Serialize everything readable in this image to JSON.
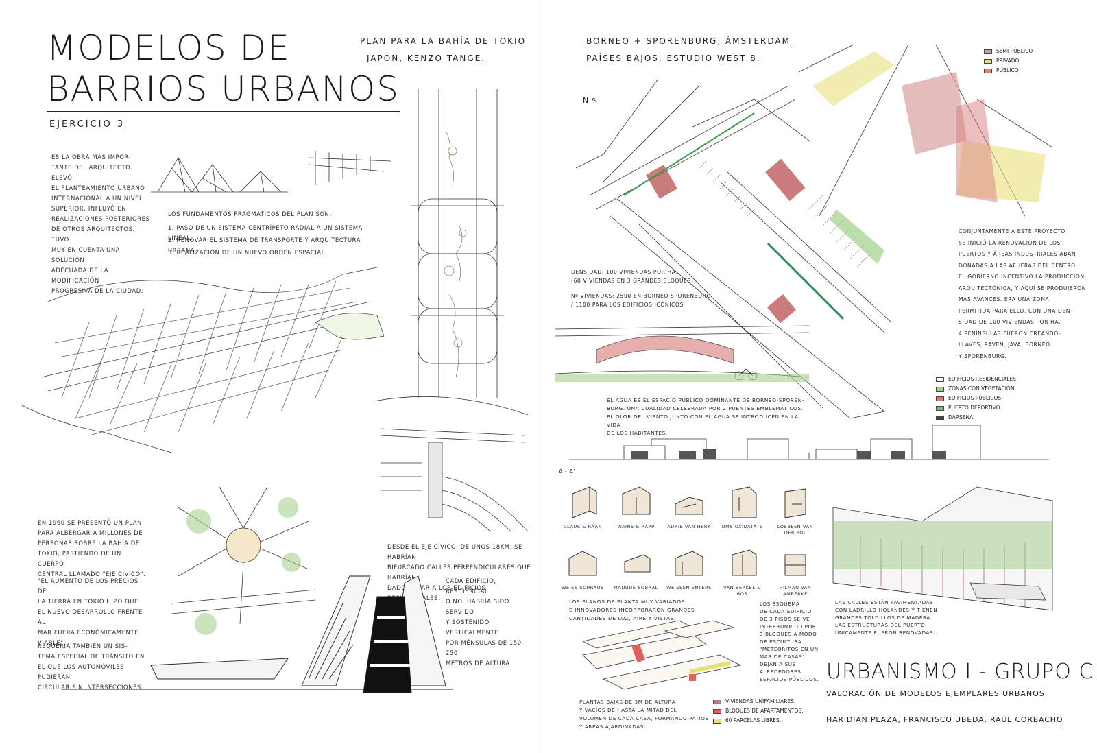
{
  "left": {
    "title_line1": "MODELOS DE",
    "title_line2": "BARRIOS URBANOS",
    "exercise": "EJERCICIO 3",
    "header_line1": "PLAN PARA LA BAHÍA DE TOKIO",
    "header_line2": "JAPÓN, KENZO TANGE.",
    "intro": "ES LA OBRA MÁS IMPOR-\nTANTE DEL ARQUITECTO. ELEVÓ\nEL PLANTEAMIENTO URBANO\nINTERNACIONAL A UN NIVEL\nSUPERIOR, INFLUYÓ EN\nREALIZACIONES POSTERIORES\nDE OTROS ARQUITECTOS. TUVO\nMUY EN CUENTA UNA SOLUCIÓN\nADECUADA DE LA MODIFICACIÓN\nPROGRESIVA DE LA CIUDAD.",
    "fundamentos_title": "LOS FUNDAMENTOS PRAGMÁTICOS DEL PLAN SON:",
    "fundamentos_1": "1. PASO DE UN SISTEMA CENTRÍPETO RADIAL A UN SISTEMA LINEAL.",
    "fundamentos_2": "2. RENOVAR EL SISTEMA DE TRANSPORTE Y ARQUITECTURA URBANA.",
    "fundamentos_3": "3. REALIZACIÓN DE UN NUEVO ORDEN ESPACIAL.",
    "plan_1960": "EN 1960 SE PRESENTÓ UN PLAN\nPARA ALBERGAR A MILLONES DE\nPERSONAS SOBRE LA BAHÍA DE\nTOKIO, PARTIENDO DE UN CUERPO\nCENTRAL LLAMADO \"EJE CÍVICO\".",
    "precios": "\"EL AUMENTO DE LOS PRECIOS DE\nLA TIERRA EN TOKIO HIZO QUE\nEL NUEVO DESARROLLO FRENTE AL\nMAR FUERA ECONÓMICAMENTE\nVIABLE\".",
    "transito": "REQUERÍA TAMBIÉN UN SIS-\nTEMA ESPECIAL DE TRÁNSITO EN\nEL QUE LOS AUTOMÓVILES PUDIERAN\nCIRCULAR SIN INTERSECCIONES.",
    "eje_civico": "DESDE EL EJE CÍVICO, DE UNOS 18KM, SE HABRÍAN\nBIFURCADO CALLES PERPENDICULARES QUE HABRÍAN\nDADO LUGAR A LOS EDIFICIOS RESIDENCIALES.",
    "edificio": "CADA EDIFICIO, RESIDENCIAL\nO NO, HABRÍA SIDO SERVIDO\nY SOSTENIDO VERTICALMENTE\nPOR MÉNSULAS DE 150-250\nMETROS DE ALTURA."
  },
  "right": {
    "header_line1": "BORNEO + SPORENBURG, ÁMSTERDAM",
    "header_line2": "PAÍSES BAJOS. ESTUDIO WEST 8.",
    "north": "N",
    "legend_top": [
      {
        "label": "SEMI PÚBLICO",
        "color": "#c9a0a0"
      },
      {
        "label": "PRIVADO",
        "color": "#e8df7a"
      },
      {
        "label": "PÚBLICO",
        "color": "#d98080"
      }
    ],
    "renovacion": "CONJUNTAMENTE A ESTE PROYECTO\nSE INICIÓ LA RENOVACIÓN DE LOS\nPUERTOS Y ÁREAS INDUSTRIALES ABAN-\nDONADAS A LAS AFUERAS DEL CENTRO.\nEL GOBIERNO INCENTIVÓ LA PRODUCCIÓN\nARQUITECTÓNICA, Y AQUÍ SE PRODUJERON\nMÁS AVANCES. ERA UNA ZONA\nPERMITIDA PARA ELLO, CON UNA DEN-\nSIDAD DE 100 VIVIENDAS POR HA.\n4 PENÍNSULAS FUERON CREANDO-\nLLAVES, RAVEN, JAVA, BORNEO\nY SPORENBURG.",
    "densidad": "DENSIDAD: 100 VIVIENDAS POR HA.\n(60 VIVIENDAS EN 3 GRANDES BLOQUES)",
    "viviendas": "Nº VIVIENDAS: 2500 EN BORNEO SPORENBURG\n/ 1100 PARA LOS EDIFICIOS ICÓNICOS",
    "agua": "EL AGUA ES EL ESPACIO PÚBLICO DOMINANTE DE BORNEO-SPOREN-\nBURG. UNA CUALIDAD CELEBRADA POR 2 PUENTES EMBLEMÁTICOS.\nEL OLOR DEL VIENTO JUNTO CON EL AGUA SE INTRODUCEN EN LA VIDA\nDE LOS HABITANTES.",
    "legend_mid": [
      {
        "label": "EDIFICIOS RESIDENCIALES",
        "color": "#ffffff"
      },
      {
        "label": "ZONAS CON VEGETACIÓN",
        "color": "#9fd08a"
      },
      {
        "label": "EDIFICIOS PÚBLICOS",
        "color": "#d97b7b"
      },
      {
        "label": "PUERTO DEPORTIVO",
        "color": "#6fbf8a"
      },
      {
        "label": "DÁRSENA",
        "color": "#444444"
      }
    ],
    "section_label": "A - A'",
    "types": [
      "CLAUS & KAAN",
      "WAINE & RAPP",
      "ADRIE VAN HERK",
      "OMS OXIDATATE",
      "LOEBEEN VAN DER POL",
      "WEISS SCHRAUB",
      "MANUDE SOBRAL",
      "WEISSEN ENTERS",
      "VAN BERKEL & BOS",
      "HILMAN VAN AMBERKE"
    ],
    "planta": "LOS PLANOS DE PLANTA MUY VARIADOS\nE INNOVADORES INCORPORARON GRANDES\nCANTIDADES DE LUZ, AIRE Y VISTAS.",
    "esquema": "LOS ESQUEMA\nDE CADA EDIFICIO\nDE 3 PISOS SE VE\nINTERRUMPIDO POR\n3 BLOQUES A MODO\nDE ESCULTURA\n\"METEORITOS EN UN\nMAR DE CASAS\"\nDEJAN A SUS\nALREDEDORES\nESPACIOS PÚBLICOS.",
    "plantas_bajas": "PLANTAS BAJAS DE 3M DE ALTURA\nY VACÍOS DE HASTA LA MITAD DEL\nVOLUMEN DE CADA CASA, FORMANDO PATIOS\nY ÁREAS AJARDINADAS.",
    "legend_bottom": [
      {
        "label": "VIVIENDAS UNIFAMILIARES.",
        "color": "#b08080"
      },
      {
        "label": "BLOQUES DE APARTAMENTOS.",
        "color": "#e06060"
      },
      {
        "label": "60 PARCELAS LIBRES.",
        "color": "#e8df7a"
      }
    ],
    "calles": "LAS CALLES ESTÁN PAVIMENTADAS\nCON LADRILLO HOLANDÉS Y TIENEN\nGRANDES TOLDILLOS DE MADERA.\nLAS ESTRUCTURAS DEL PUERTO\nÚNICAMENTE FUERON RENOVADAS.",
    "course_title": "URBANISMO I - GRUPO C",
    "course_subtitle": "VALORACIÓN DE MODELOS EJEMPLARES URBANOS",
    "authors": "HARIDIAN PLAZA, FRANCISCO UBEDA, RAÚL CORBACHO"
  }
}
